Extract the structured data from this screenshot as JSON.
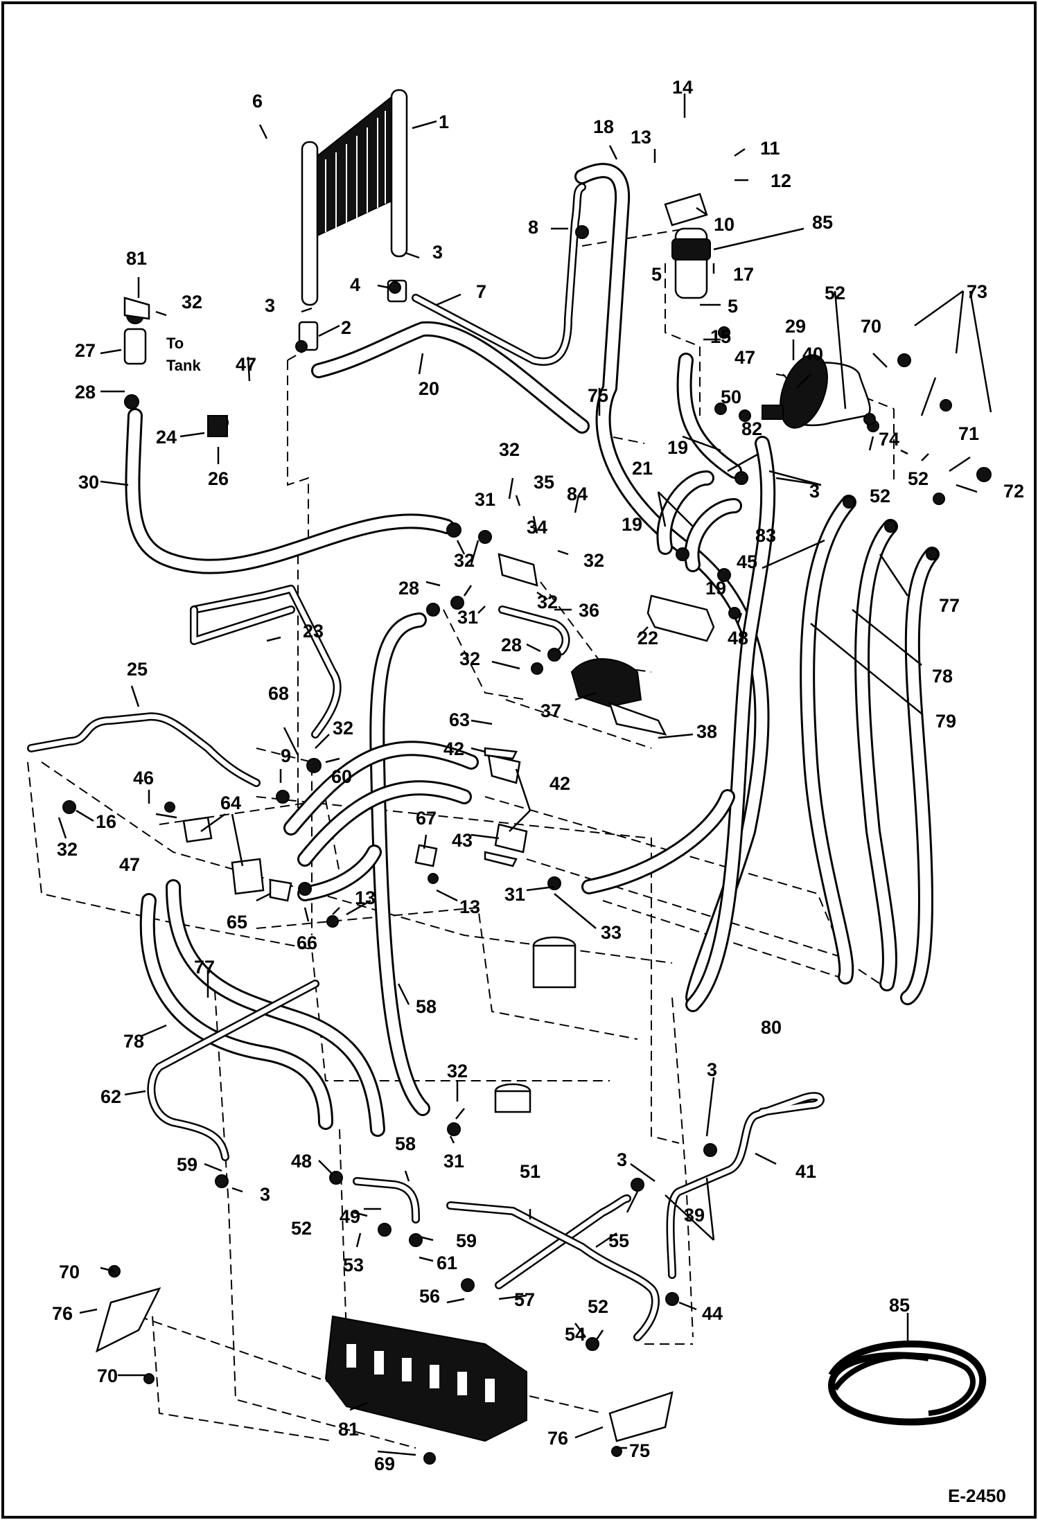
{
  "figure": {
    "ref_id": "E-2450",
    "callouts": [
      "1",
      "2",
      "3",
      "3",
      "3",
      "3",
      "3",
      "3",
      "4",
      "5",
      "5",
      "6",
      "7",
      "8",
      "9",
      "10",
      "11",
      "12",
      "13",
      "13",
      "13",
      "14",
      "15",
      "16",
      "17",
      "18",
      "19",
      "19",
      "19",
      "20",
      "21",
      "22",
      "23",
      "24",
      "25",
      "26",
      "27",
      "28",
      "28",
      "28",
      "29",
      "30",
      "31",
      "31",
      "31",
      "31",
      "32",
      "32",
      "32",
      "32",
      "32",
      "32",
      "32",
      "32",
      "32",
      "33",
      "34",
      "35",
      "36",
      "37",
      "38",
      "39",
      "40",
      "41",
      "42",
      "42",
      "43",
      "44",
      "45",
      "46",
      "47",
      "47",
      "47",
      "48",
      "48",
      "49",
      "50",
      "51",
      "52",
      "52",
      "52",
      "52",
      "52",
      "53",
      "54",
      "55",
      "56",
      "57",
      "58",
      "58",
      "59",
      "59",
      "60",
      "61",
      "62",
      "63",
      "64",
      "65",
      "66",
      "67",
      "68",
      "69",
      "70",
      "70",
      "70",
      "71",
      "72",
      "73",
      "74",
      "75",
      "75",
      "76",
      "76",
      "77",
      "77",
      "78",
      "78",
      "79",
      "80",
      "81",
      "81",
      "82",
      "83",
      "84",
      "85",
      "85"
    ],
    "annotations": [
      "To",
      "Tank"
    ]
  }
}
